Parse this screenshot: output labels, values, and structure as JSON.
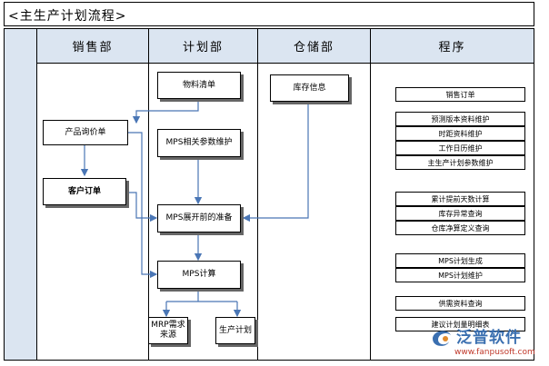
{
  "title": "<主生产计划流程>",
  "lanes": [
    "销售部",
    "计划部",
    "仓储部",
    "程序"
  ],
  "sales": {
    "product_inquiry": "产品询价单",
    "customer_order": "客户订单"
  },
  "planning": {
    "material_list": "物料清单",
    "mps_params": "MPS相关参数维护",
    "mps_preprep": "MPS展开前的准备",
    "mps_calc": "MPS计算",
    "mrp_source": "MRP需求来源",
    "production_plan": "生产计划"
  },
  "warehouse": {
    "inventory_info": "库存信息"
  },
  "program": {
    "items": [
      "销售订单",
      "预测版本资料维护",
      "时距资料维护",
      "工作日历维护",
      "主生产计划参数维护",
      "累计提前天数计算",
      "库存异常查询",
      "仓库净算定义查询",
      "MPS计划生成",
      "MPS计划维护",
      "供需资料查询",
      "建议计划量明细表"
    ]
  },
  "logo": {
    "name": "泛普软件",
    "url": "www.fanpusoft.com"
  }
}
